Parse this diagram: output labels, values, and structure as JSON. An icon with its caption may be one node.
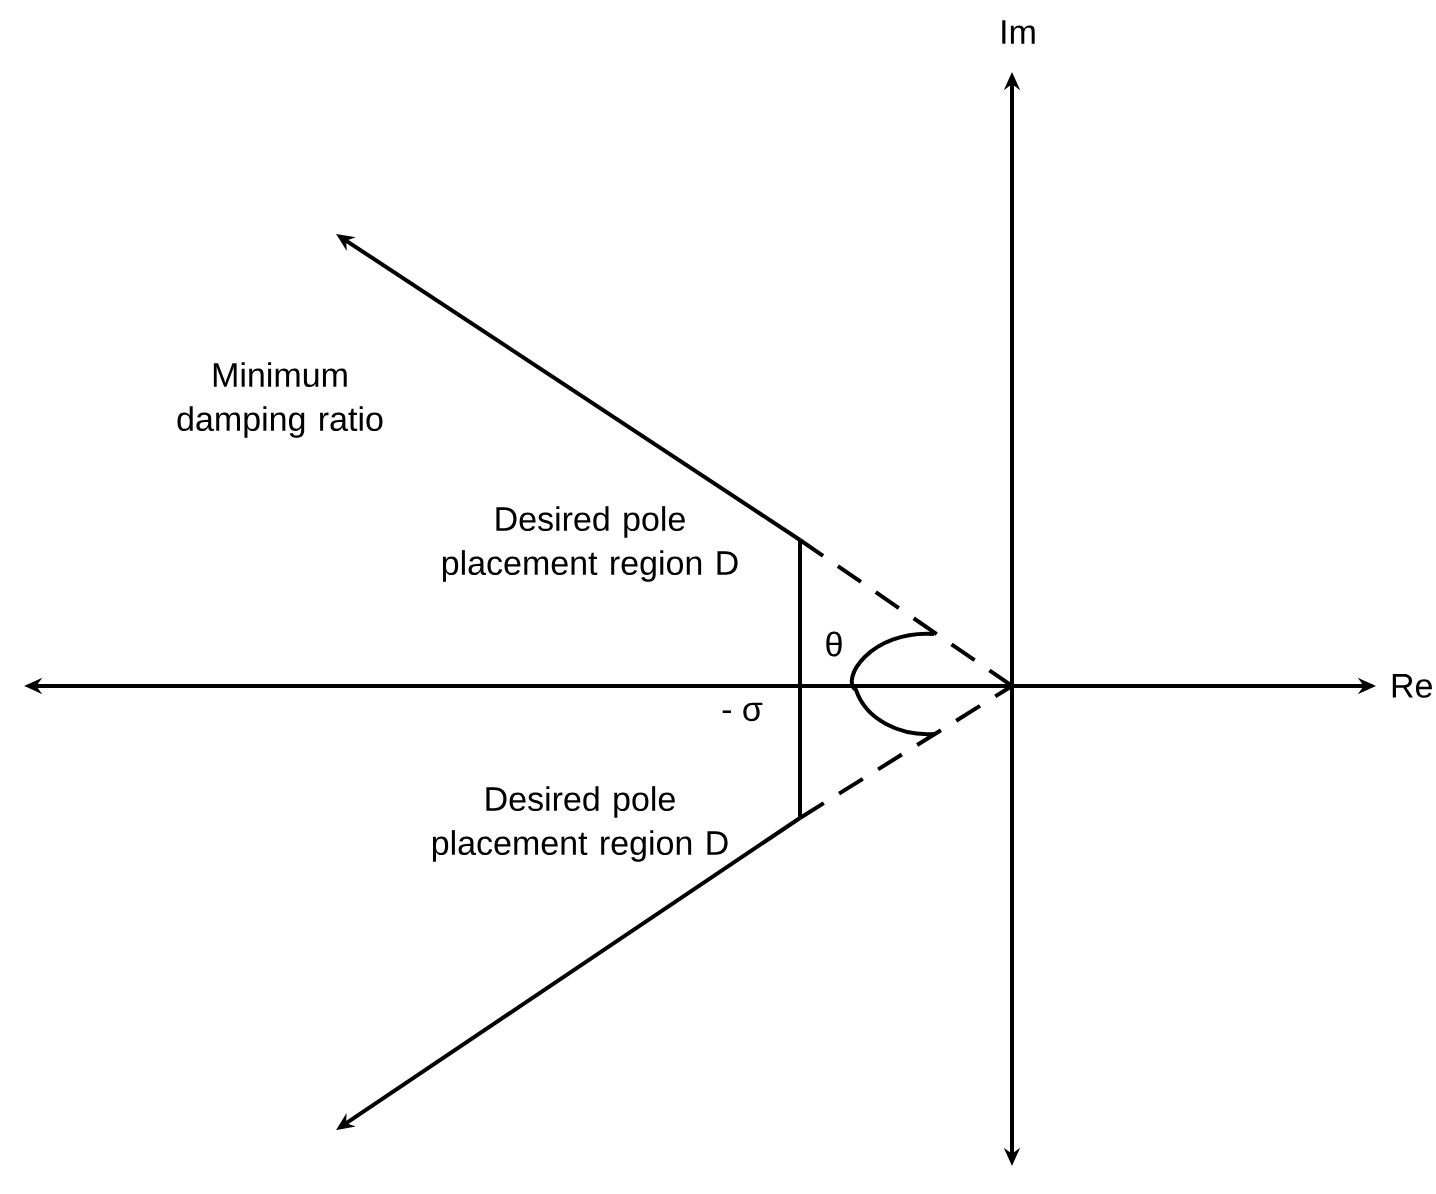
{
  "diagram": {
    "labels": [
      "Im",
      "Minimum damping ratio",
      "Desired pole placement region D",
      "θ",
      "Re",
      "- σ",
      "Desired pole placement region D"
    ]
  }
}
